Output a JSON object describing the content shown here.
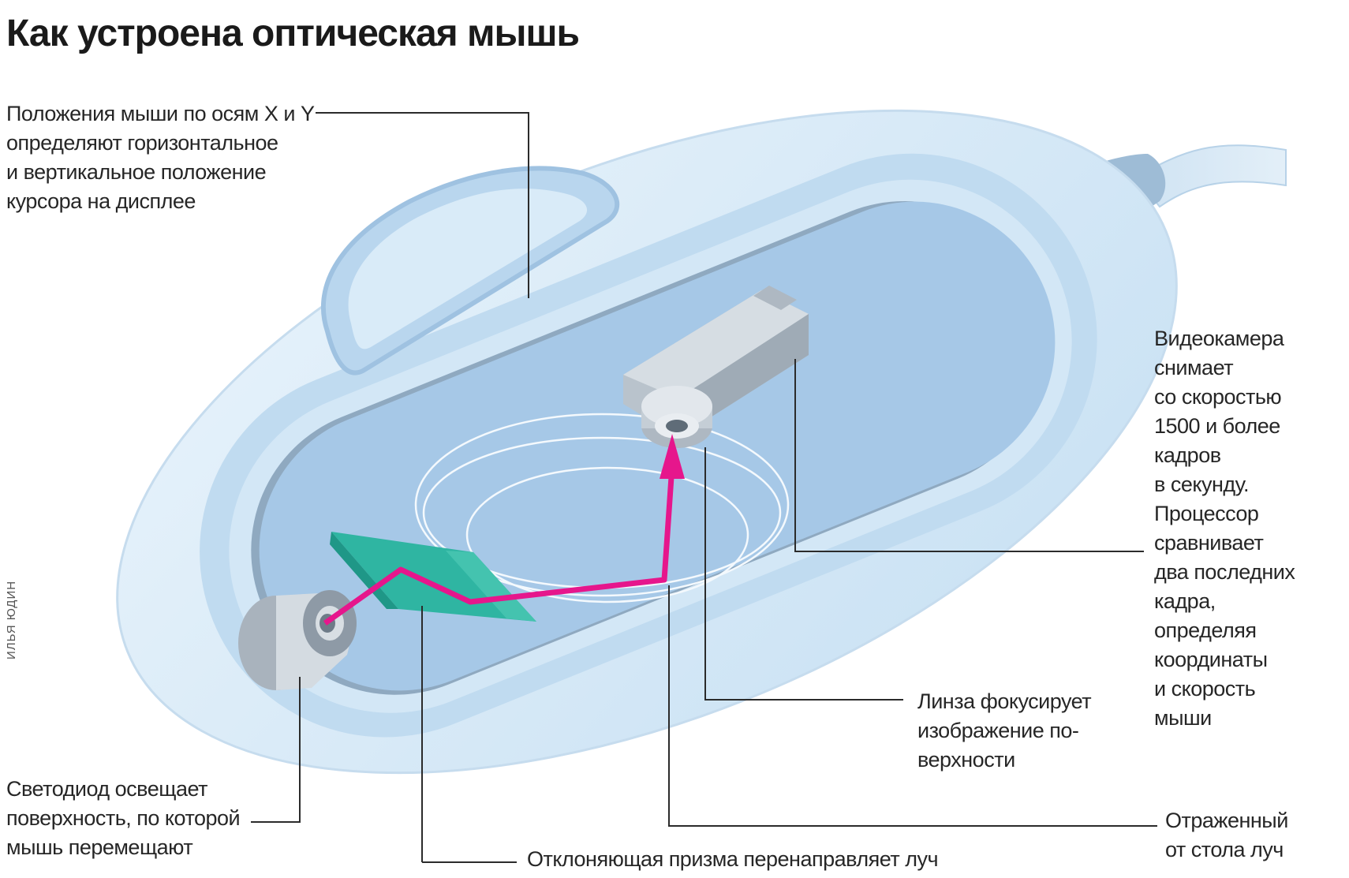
{
  "title": "Как устроена оптическая мышь",
  "credit": "ИЛЬЯ ЮДИН",
  "colors": {
    "shell_outer": "#d9ecf8",
    "shell_mid": "#b8d6ee",
    "cavity": "#a3c6e6",
    "cavity_shadow": "#8fa9c0",
    "prism": "#2bb3a0",
    "beam": "#e6168c",
    "sensor": "#c9d1d8",
    "leader": "#2b2b2b"
  },
  "labels": {
    "xy": [
      "Положения мыши по осям X и Y",
      "определяют горизонтальное",
      "и вертикальное положение",
      "курсора на дисплее"
    ],
    "led": [
      "Светодиод освещает",
      "поверхность, по которой",
      "мышь перемещают"
    ],
    "prism": [
      "Отклоняющая призма перенаправляет луч"
    ],
    "lens": [
      "Линза фокусирует",
      "изображение по-",
      "верхности"
    ],
    "camera": [
      "Видеокамера",
      "снимает",
      "со скоростью",
      "1500 и более",
      "кадров",
      "в секунду.",
      "Процессор",
      "сравнивает",
      "два последних",
      "кадра,",
      "определяя",
      "координаты",
      "и скорость",
      "мыши"
    ],
    "beam": [
      "Отраженный",
      "от стола луч"
    ]
  }
}
